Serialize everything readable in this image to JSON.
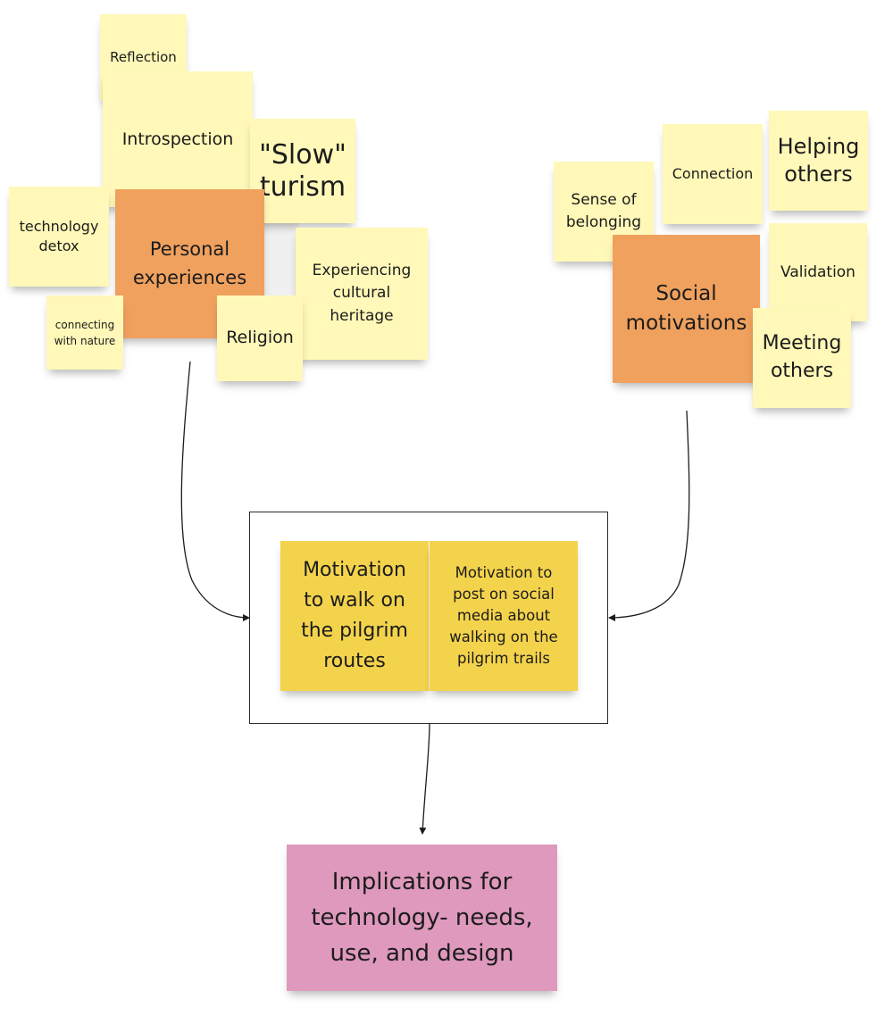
{
  "colors": {
    "sticky_yellow": "#fff8b8",
    "sticky_orange": "#f0a15e",
    "sticky_gold": "#f4d34c",
    "sticky_pink": "#df99bd",
    "line": "#1c1c1c"
  },
  "left_cluster": {
    "center": "Personal experiences",
    "notes": {
      "reflection": "Reflection",
      "introspection": "Introspection",
      "slow_turism": "\"Slow\" turism",
      "technology_detox": "technology detox",
      "connecting_with_nature": "connecting with nature",
      "religion": "Religion",
      "cultural_heritage": "Experiencing cultural heritage"
    }
  },
  "right_cluster": {
    "center": "Social motivations",
    "notes": {
      "sense_of_belonging": "Sense of belonging",
      "connection": "Connection",
      "helping_others": "Helping others",
      "validation": "Validation",
      "meeting_others": "Meeting others"
    }
  },
  "middle_group": {
    "walk": "Motivation to walk on the pilgrim routes",
    "post": "Motivation to post on social media about walking on the pilgrim trails"
  },
  "bottom": {
    "implications": "Implications for technology- needs, use, and design"
  }
}
